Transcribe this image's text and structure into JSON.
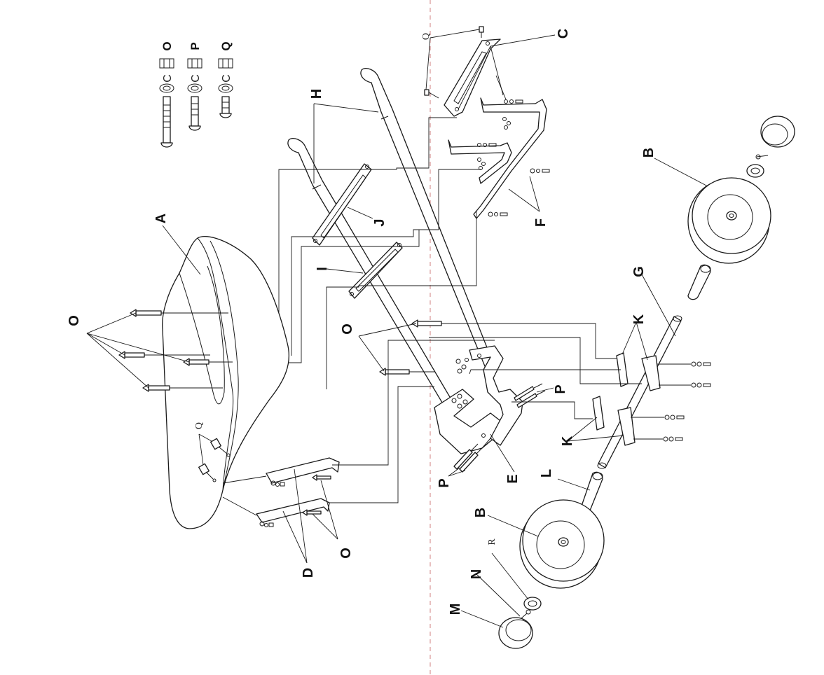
{
  "labels": {
    "A": "A",
    "B": "B",
    "C": "C",
    "D": "D",
    "E": "E",
    "F": "F",
    "G": "G",
    "H": "H",
    "I": "I",
    "J": "J",
    "K": "K",
    "L": "L",
    "M": "M",
    "N": "N",
    "O": "O",
    "P": "P",
    "Q": "Q",
    "R": "R"
  },
  "hardware_key": {
    "columns": [
      {
        "letter": "O",
        "washer": "C"
      },
      {
        "letter": "P",
        "washer": "C"
      },
      {
        "letter": "Q",
        "washer": "C"
      }
    ]
  }
}
